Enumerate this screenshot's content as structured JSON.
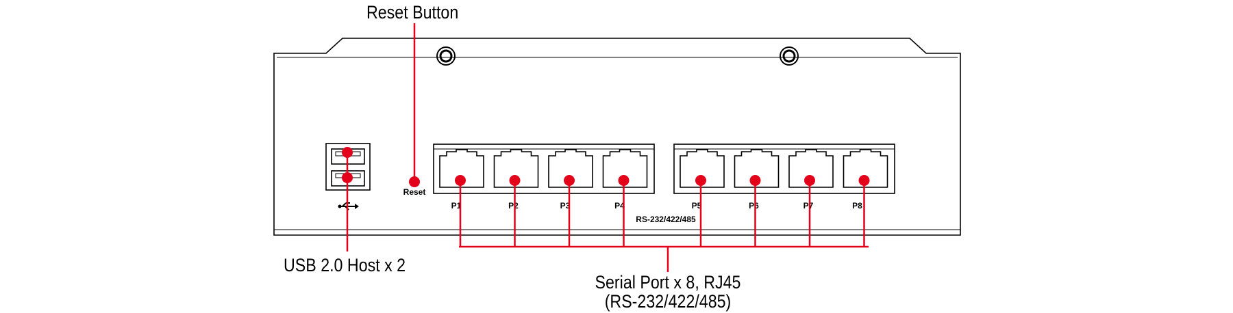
{
  "callouts": {
    "reset_button": "Reset Button",
    "usb_host": "USB 2.0 Host x 2",
    "serial_line1": "Serial Port x 8, RJ45",
    "serial_line2": "(RS-232/422/485)"
  },
  "panel_labels": {
    "reset": "Reset",
    "rs_group": "RS-232/422/485",
    "ports": [
      "P1",
      "P2",
      "P3",
      "P4",
      "P5",
      "P6",
      "P7",
      "P8"
    ]
  },
  "icons": {
    "usb_symbol": "usb-icon",
    "screw": "screw-icon"
  },
  "colors": {
    "callout_red": "#e3001b",
    "outline": "#000000"
  }
}
